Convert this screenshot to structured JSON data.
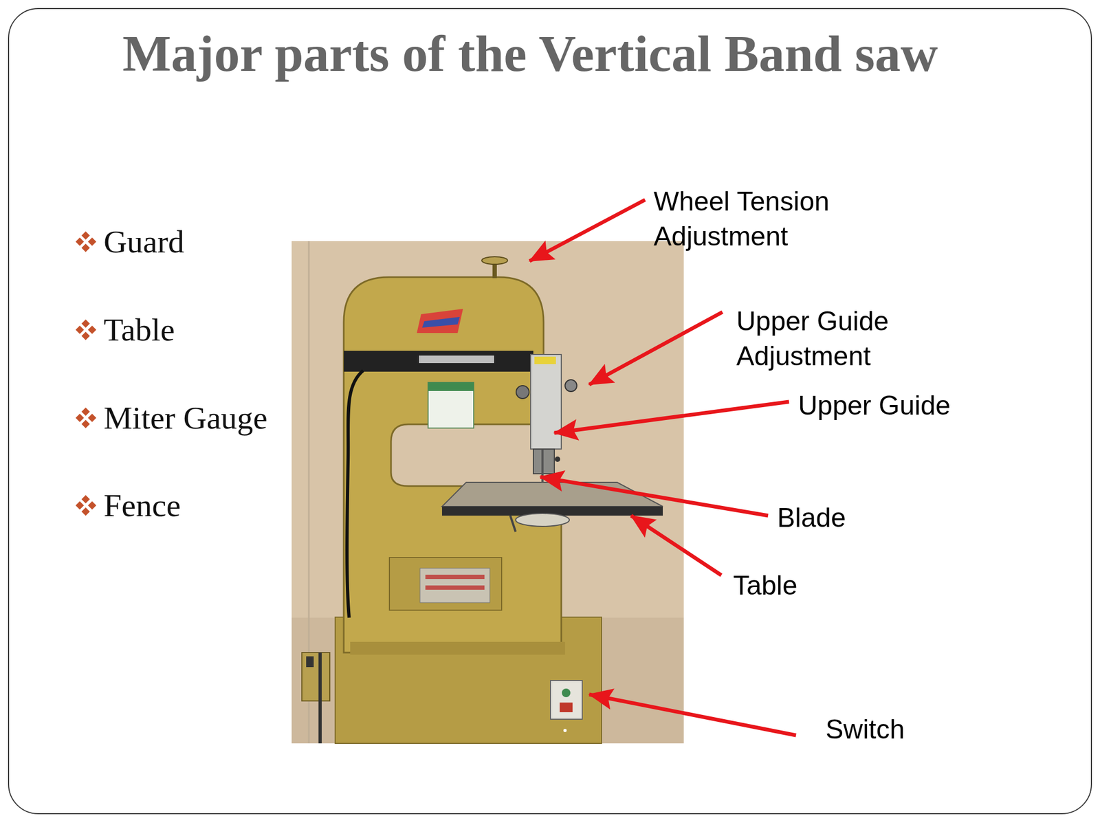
{
  "diagram": {
    "title": "Major parts of the Vertical Band saw",
    "labels": [
      "Guard",
      "Table",
      "Miter Gauge",
      "Fence",
      "Wheel Tension Adjustment",
      "Upper Guide Adjustment",
      "Upper Guide",
      "Blade",
      "Table",
      "Switch"
    ]
  }
}
